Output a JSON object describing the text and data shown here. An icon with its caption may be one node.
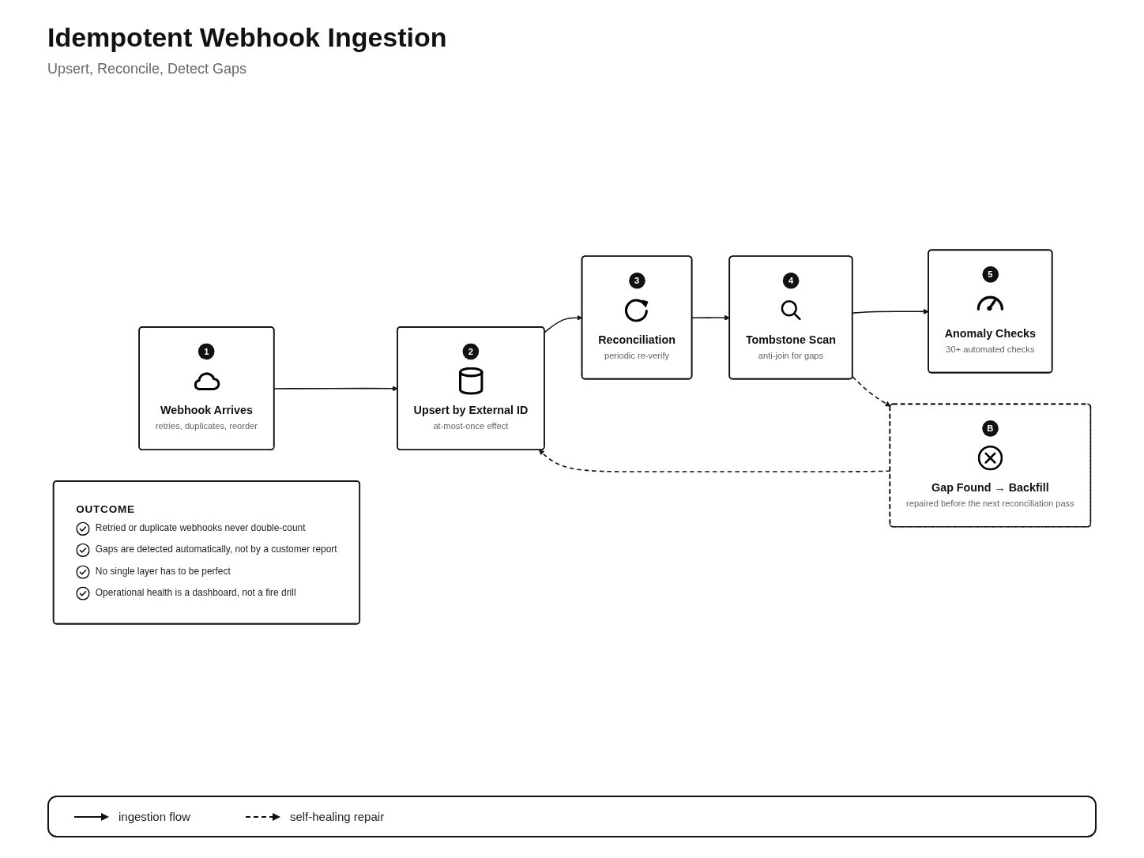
{
  "diagram": {
    "title": "Idempotent Webhook Ingestion",
    "nodes": [
      {
        "text": [
          "1",
          "Webhook Arrives",
          "retries, duplicates, reorder"
        ]
      },
      {
        "text": [
          "2",
          "Upsert by External ID",
          "at-most-once effect"
        ]
      },
      {
        "text": [
          "3",
          "Reconciliation",
          "periodic re-verify"
        ]
      },
      {
        "text": [
          "4",
          "Tombstone Scan",
          "anti-join for gaps"
        ]
      },
      {
        "text": [
          "5",
          "Anomaly Checks",
          "30+ automated checks"
        ]
      },
      {
        "text": [
          "B",
          "Gap Found → Backfill",
          "repaired before the next reconciliation pass"
        ]
      },
      {
        "text": [
          "OUTCOME",
          "Retried or duplicate webhooks never double-count",
          "Gaps are detected automatically, not by a customer report",
          "No single layer has to be perfect",
          "Operational health is a dashboard, not a fire drill"
        ]
      }
    ],
    "edges": [
      {
        "from": 0,
        "to": 1,
        "arrow": "to"
      },
      {
        "from": 1,
        "to": 2,
        "arrow": "to"
      },
      {
        "from": 2,
        "to": 3,
        "arrow": "to"
      },
      {
        "from": 3,
        "to": 4,
        "arrow": "to"
      },
      {
        "from": 3,
        "to": 5,
        "arrow": "to",
        "style": "dashed"
      },
      {
        "from": 5,
        "to": 1,
        "arrow": "to",
        "style": "dashed"
      }
    ],
    "labels": [
      "Upsert, Reconcile, Detect Gaps"
    ],
    "legend": [
      {
        "text": "ingestion flow"
      },
      {
        "text": "self-healing repair"
      }
    ]
  }
}
